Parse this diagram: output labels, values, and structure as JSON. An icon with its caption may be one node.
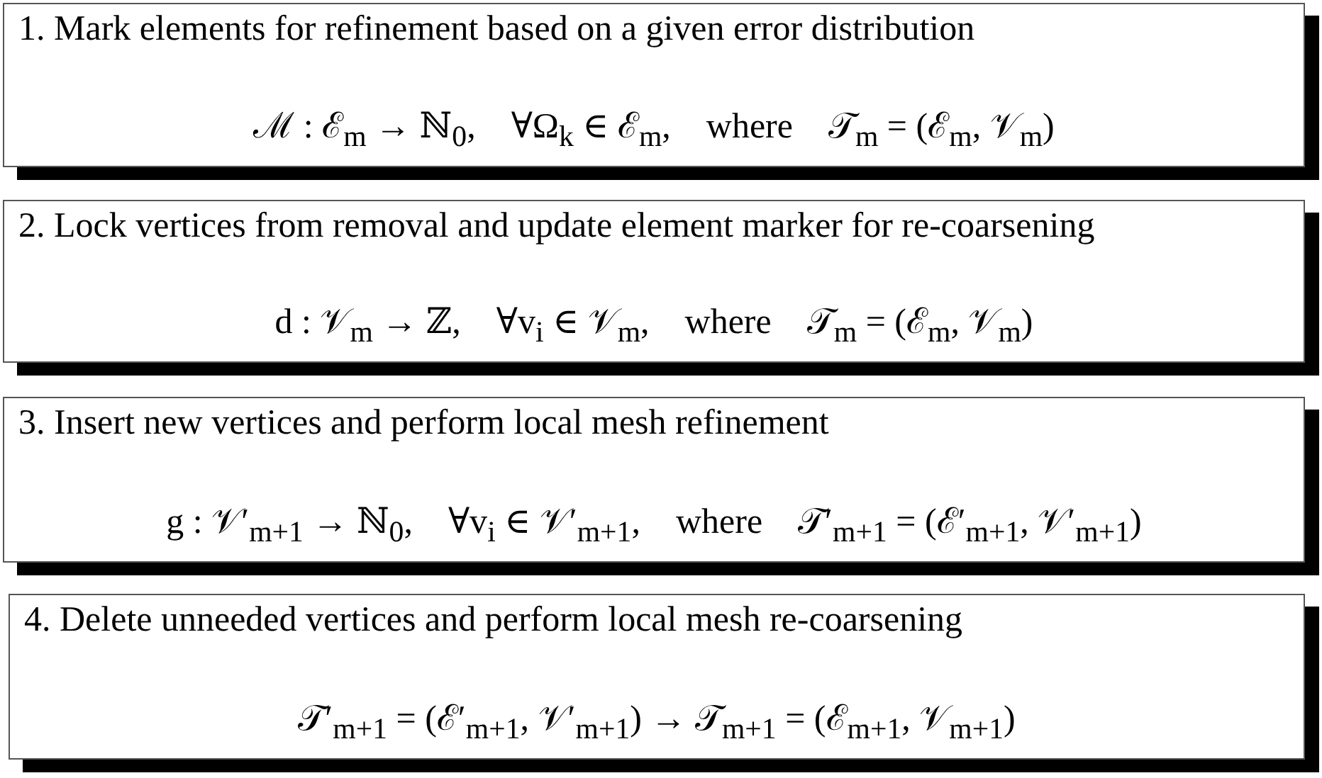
{
  "diagram": {
    "nodes": [
      {
        "text": [
          "1. Mark elements for refinement based on a given error distribution",
          "ℳ : ℰ$_{m}$ → ℕ$_{0}$,    ∀Ω$_{k}$ ∈ ℰ$_{m}$,    where    𝒯$_{m}$ = (ℰ$_{m}$, 𝒱$_{m}$)"
        ]
      },
      {
        "text": [
          "2. Lock vertices from removal and update element marker for re-coarsening",
          "d : 𝒱$_{m}$ → ℤ,    ∀v$_{i}$ ∈ 𝒱$_{m}$,    where    𝒯$_{m}$ = (ℰ$_{m}$, 𝒱$_{m}$)"
        ]
      },
      {
        "text": [
          "3. Insert new vertices and perform local mesh refinement",
          "g : 𝒱′$_{m+1}$ → ℕ$_{0}$,    ∀v$_{i}$ ∈ 𝒱′$_{m+1}$,    where    𝒯′$_{m+1}$ = (ℰ′$_{m+1}$, 𝒱′$_{m+1}$)"
        ]
      },
      {
        "text": [
          "4. Delete unneeded vertices and perform local mesh re-coarsening",
          "𝒯′$_{m+1}$ = (ℰ′$_{m+1}$, 𝒱′$_{m+1}$) → 𝒯$_{m+1}$ = (ℰ$_{m+1}$, 𝒱$_{m+1}$)"
        ]
      }
    ]
  }
}
